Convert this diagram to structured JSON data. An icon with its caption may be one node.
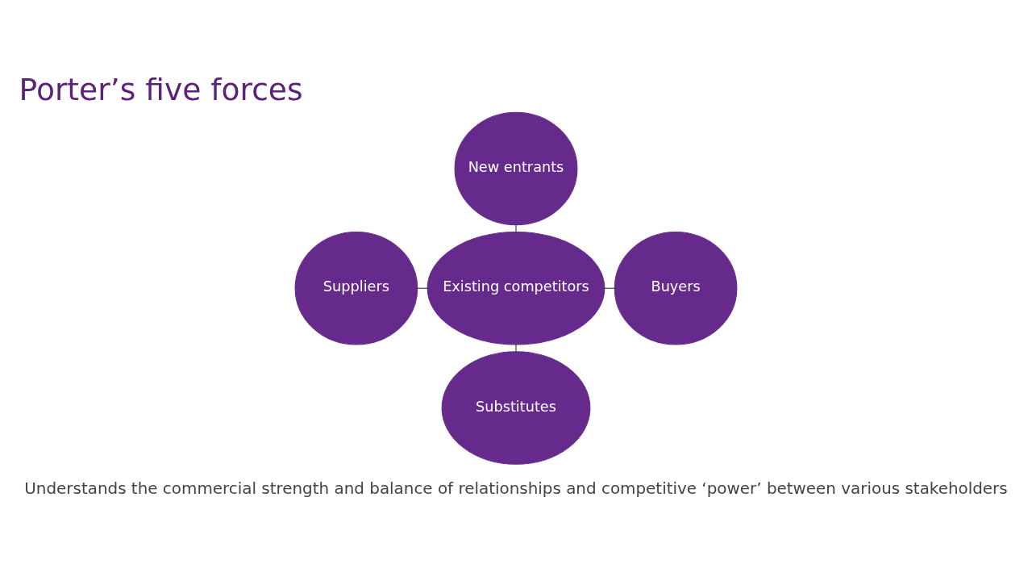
{
  "diagram": {
    "title": "Porter’s five forces",
    "caption": "Understands the commercial strength and balance of relationships and competitive ‘power’ between various stakeholders",
    "nodes": [
      {
        "text": [
          "New entrants"
        ]
      },
      {
        "text": [
          "Suppliers"
        ]
      },
      {
        "text": [
          "Existing competitors"
        ]
      },
      {
        "text": [
          "Buyers"
        ]
      },
      {
        "text": [
          "Substitutes"
        ]
      }
    ],
    "edges": [
      {
        "from": 0,
        "to": 2,
        "arrow": "none"
      },
      {
        "from": 1,
        "to": 2,
        "arrow": "none"
      },
      {
        "from": 2,
        "to": 3,
        "arrow": "none"
      },
      {
        "from": 2,
        "to": 4,
        "arrow": "none"
      }
    ]
  }
}
